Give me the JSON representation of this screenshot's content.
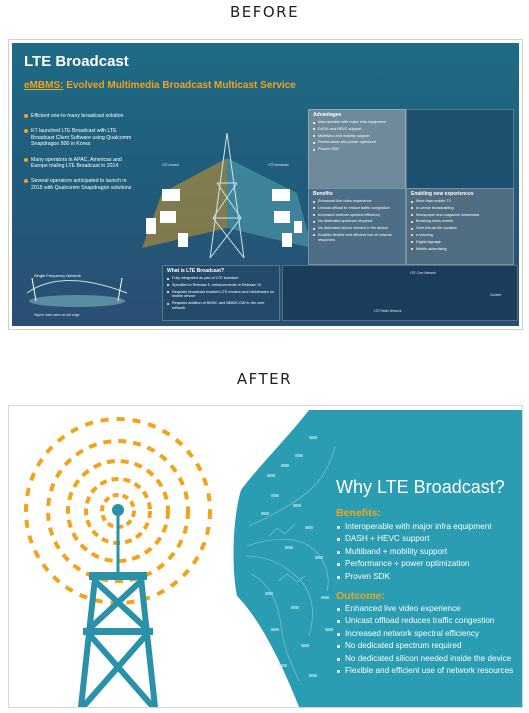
{
  "labels": {
    "before": "BEFORE",
    "after": "AFTER"
  },
  "before_slide": {
    "title": "LTE Broadcast",
    "subtitle_acronym": "eMBMS:",
    "subtitle_rest": " Evolved Multimedia Broadcast Multicast Service",
    "bullets": [
      "Efficient one-to-many broadcast solution",
      "KT launched LTE Broadcast with LTE Broadcast Client Software using Qualcomm Snapdragon 800 in Korea",
      "Many operators in APAC, Americas and Europe trialing LTE Broadcast in 2014",
      "Several operators anticipated to launch in 2015 with Qualcomm Snapdragon solutions"
    ],
    "sfn_label": "Single Frequency Network",
    "sfn_note": "Higher data rates at cell edge",
    "tower_left_label": "LTE unicast",
    "tower_right_label": "LTE broadcast",
    "advantages": {
      "heading": "Advantages",
      "items": [
        "Interoperable with major infra equipment",
        "DASH and HEVC support",
        "Multiband and mobility support",
        "Performance and power optimized",
        "Proven SDK"
      ]
    },
    "benefits": {
      "heading": "Benefits",
      "items": [
        "Enhanced live video experience",
        "Unicast offload to reduce traffic congestion",
        "Increased network spectral efficiency",
        "No dedicated spectrum required",
        "No dedicated silicon needed in the device",
        "Enables flexible and efficient use of network resources"
      ]
    },
    "enabling": {
      "heading": "Enabling new experiences",
      "items": [
        "More than mobile TV",
        "In-venue broadcasting",
        "Newspaper and magazine downloads",
        "Breaking news events",
        "Over-the-air file updates",
        "e-learning",
        "Digital signage",
        "Mobile advertising"
      ]
    },
    "what": {
      "heading": "What is LTE Broadcast?",
      "items": [
        "Fully integrated as part of LTE standard",
        "Specified in Release 9, enhancements in Release 10",
        "Requires broadcast enabled LTE modem and middleware on mobile device",
        "Requires addition of BMSC and MBMS-GW to the core network"
      ]
    },
    "core_network_label": "LTE Core Network",
    "content_label": "Content",
    "radio_label": "LTE Radio Network"
  },
  "after_slide": {
    "title": "Why LTE Broadcast?",
    "benefits_heading": "Benefits:",
    "benefits": [
      "Interoperable with major infra equipment",
      "DASH + HEVC support",
      "Multiband + mobility support",
      "Performance + power optimization",
      "Proven SDK"
    ],
    "outcome_heading": "Outcome:",
    "outcomes": [
      "Enhanced live video experience",
      "Unicast offload reduces traffic congestion",
      "Increased network spectral efficiency",
      "No dedicated spectrum required",
      "No dedicated silicon needed inside the device",
      "Flexible and efficient use of network resources"
    ]
  },
  "colors": {
    "teal": "#2a9db2",
    "orange": "#f3a31b",
    "tower": "#2a92a8",
    "before_bg": "#205d7c"
  }
}
